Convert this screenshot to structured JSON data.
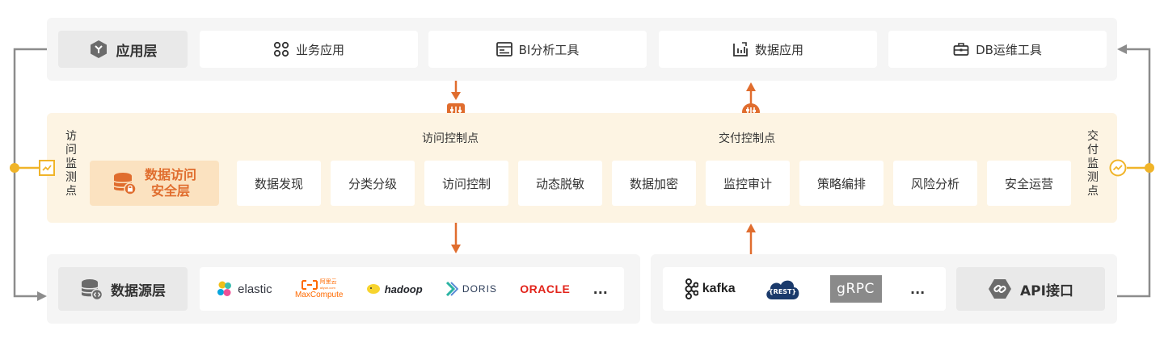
{
  "app_layer": {
    "title": "应用层",
    "items": [
      {
        "label": "业务应用",
        "icon": "grid-circles-icon"
      },
      {
        "label": "BI分析工具",
        "icon": "dashboard-icon"
      },
      {
        "label": "数据应用",
        "icon": "bar-chart-icon"
      },
      {
        "label": "DB运维工具",
        "icon": "toolbox-icon"
      }
    ]
  },
  "control_points": {
    "access": "访问控制点",
    "delivery": "交付控制点"
  },
  "monitor_points": {
    "left": [
      "访",
      "问",
      "监",
      "测",
      "点"
    ],
    "right": [
      "交",
      "付",
      "监",
      "测",
      "点"
    ]
  },
  "security_layer": {
    "title_line1": "数据访问",
    "title_line2": "安全层",
    "items": [
      "数据发现",
      "分类分级",
      "访问控制",
      "动态脱敏",
      "数据加密",
      "监控审计",
      "策略编排",
      "风险分析",
      "安全运营"
    ]
  },
  "source_layer": {
    "title": "数据源层",
    "logos": {
      "elastic": "elastic",
      "maxcompute_cn": "阿里云",
      "maxcompute_small": "aliyun.com",
      "maxcompute": "MaxCompute",
      "hadoop": "hadoop",
      "doris": "DORIS",
      "oracle": "ORACLE",
      "more": "..."
    }
  },
  "api_layer": {
    "title": "API接口",
    "logos": {
      "kafka": "kafka",
      "rest": "{REST}",
      "grpc": "gRPC",
      "more": "..."
    }
  },
  "colors": {
    "accent": "#e06d2e",
    "gold": "#f0b429",
    "line": "#8c8c8c",
    "app_bg": "#f5f5f5",
    "sec_bg": "#fdf4e3"
  }
}
